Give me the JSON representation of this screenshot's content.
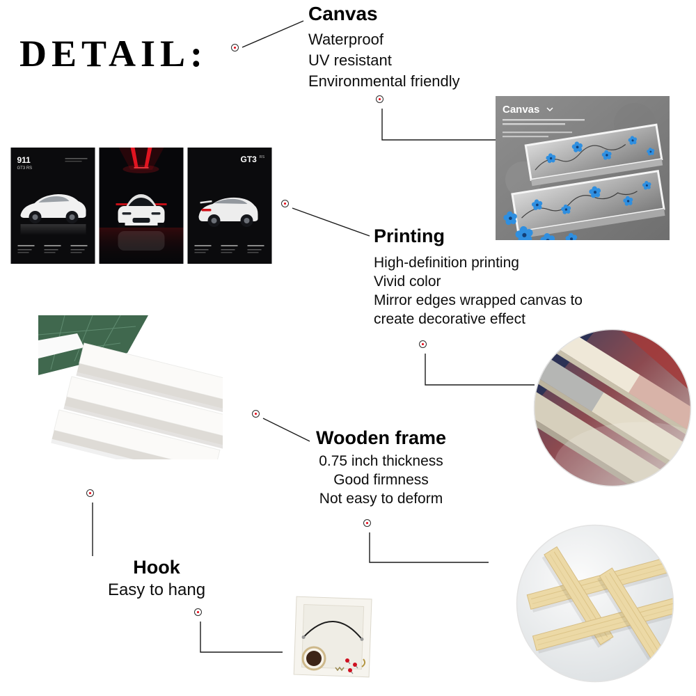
{
  "page": {
    "title": "DETAIL:"
  },
  "sections": {
    "canvas": {
      "title": "Canvas",
      "features": [
        "Waterproof",
        "UV resistant",
        "Environmental friendly"
      ]
    },
    "printing": {
      "title": "Printing",
      "features": [
        "High-definition printing",
        "Vivid color",
        "Mirror edges wrapped canvas to create decorative effect"
      ]
    },
    "wooden_frame": {
      "title": "Wooden frame",
      "features": [
        "0.75 inch thickness",
        "Good firmness",
        "Not easy to deform"
      ]
    },
    "hook": {
      "title": "Hook",
      "features": [
        "Easy to hang"
      ]
    }
  },
  "images": {
    "poster_triptych": {
      "panel1_title": "911",
      "panel1_subtitle": "GT3 RS",
      "panel3_title": "GT3",
      "panel3_subtitle": "RS"
    },
    "canvas_sample": {
      "label": "Canvas"
    }
  },
  "colors": {
    "marker_red": "#e60012",
    "connector_black": "#1a1a1a",
    "flower_blue": "#2f8fe0",
    "wood_tan": "#ecd9a6",
    "mat_green": "#40684e"
  }
}
